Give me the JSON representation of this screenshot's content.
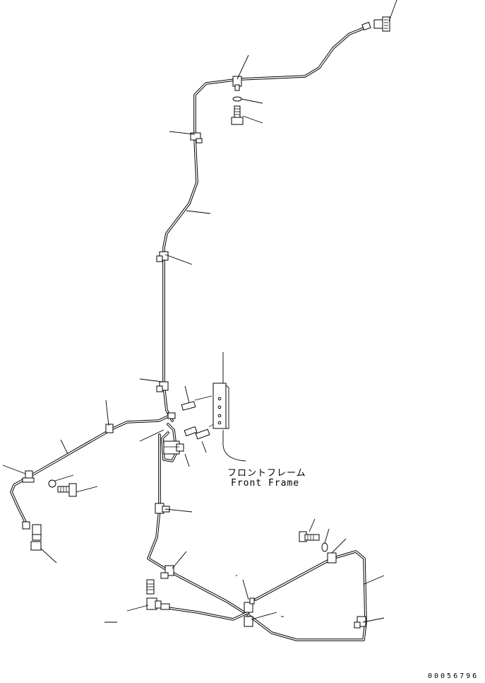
{
  "labels": {
    "frame_jp": "フロントフレーム",
    "frame_en": "Front Frame",
    "drawing_number": "00056796"
  }
}
